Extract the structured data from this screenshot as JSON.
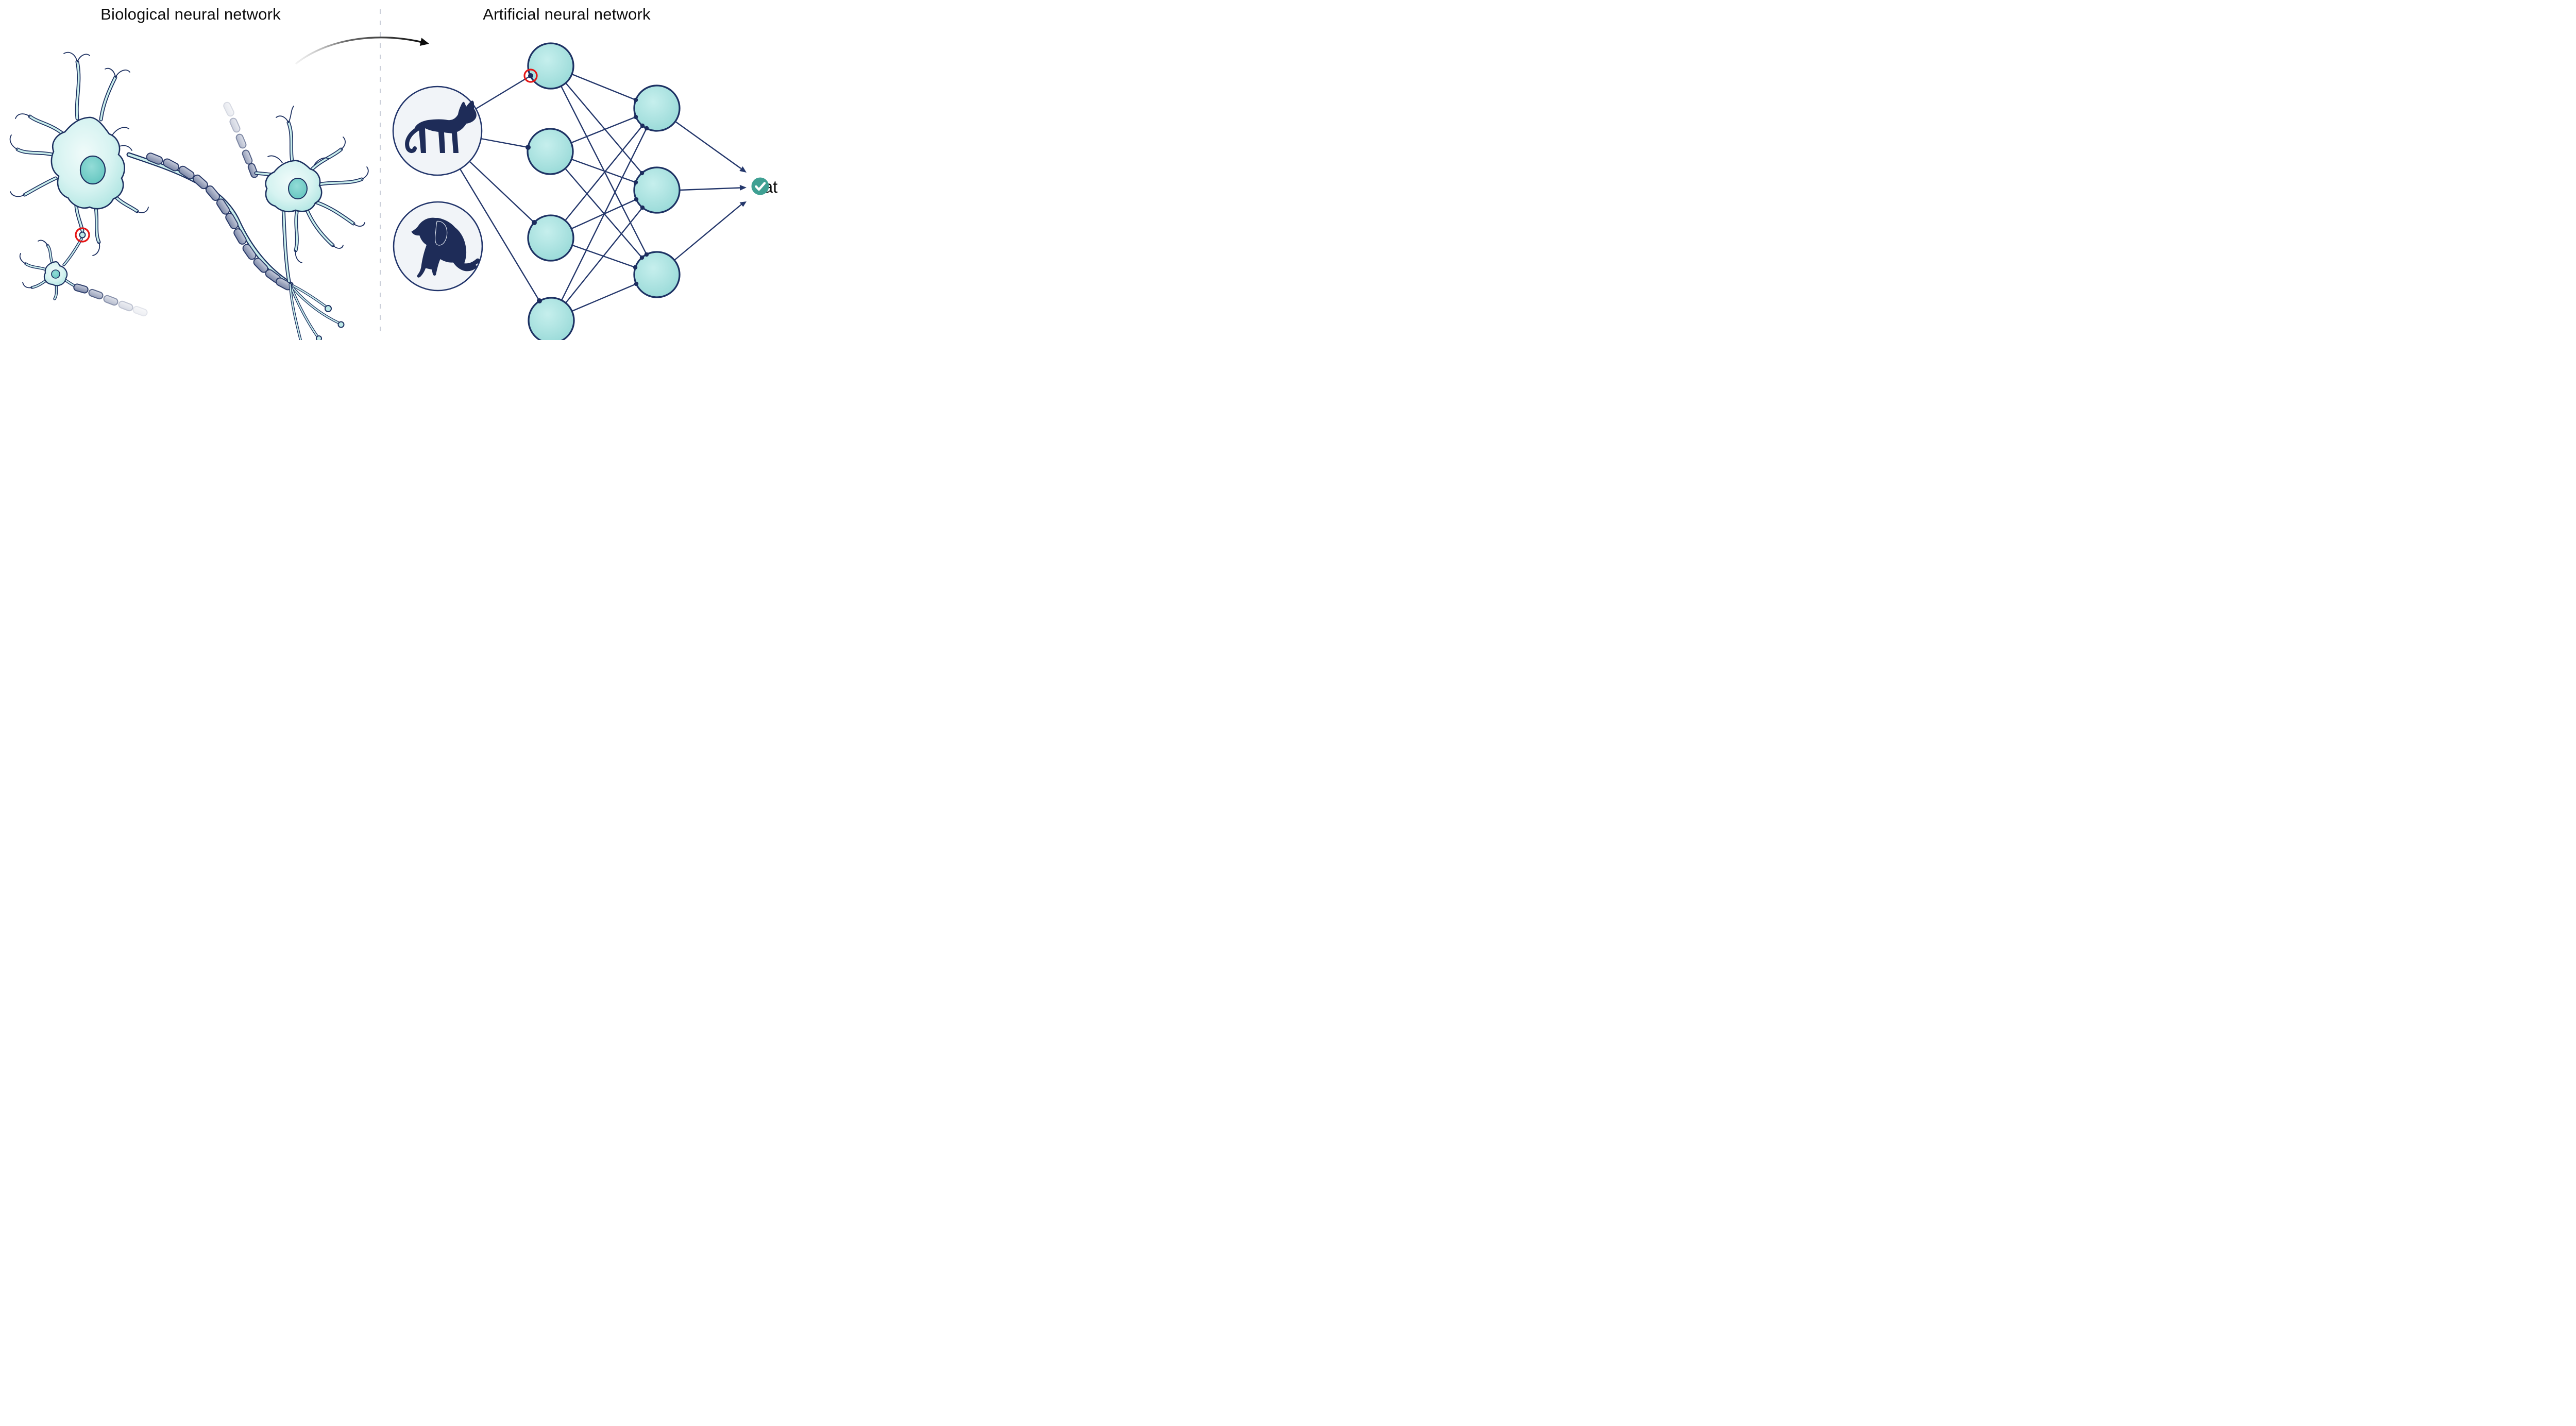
{
  "panels": {
    "left": {
      "title": "Biological neural network"
    },
    "right": {
      "title": "Artificial neural network"
    }
  },
  "output": {
    "label": "Cat",
    "status_icon": "check-circle-icon",
    "status_color": "#3fa093"
  },
  "diagram": {
    "type": "neural-network-comparison",
    "left_panel": {
      "content": "two large biological neurons and one small neuron, myelinated axons, synapse highlighted",
      "highlight": {
        "icon": "red-circle-annotation",
        "location": "biological synapse between neuron processes"
      }
    },
    "right_panel": {
      "inputs": [
        {
          "icon": "cat-silhouette-icon",
          "connected": true
        },
        {
          "icon": "dog-silhouette-icon",
          "connected": false
        }
      ],
      "hidden_layers": [
        {
          "nodes": 4
        },
        {
          "nodes": 3
        }
      ],
      "connections": {
        "input_to_layer1": 4,
        "layer1_to_layer2": 12,
        "layer2_to_output": 3
      },
      "highlight": {
        "icon": "red-circle-annotation",
        "location": "input connection of top node (artificial synapse)"
      }
    },
    "colors": {
      "node_fill": "#a6e0de",
      "outline_navy": "#1d3060",
      "line_navy": "#24376b",
      "silhouette_navy": "#1e2c58",
      "myelin_gray": "#939db8",
      "input_circle_fill": "#f1f4f8",
      "check_teal": "#3fa093",
      "annotation_red": "#e51414",
      "divider_gray": "#c8cdd7"
    },
    "divider": {
      "style": "dashed-vertical"
    },
    "mapping_arrow": {
      "icon": "curved-arrow-icon",
      "from": "left-panel",
      "to": "right-panel"
    }
  }
}
